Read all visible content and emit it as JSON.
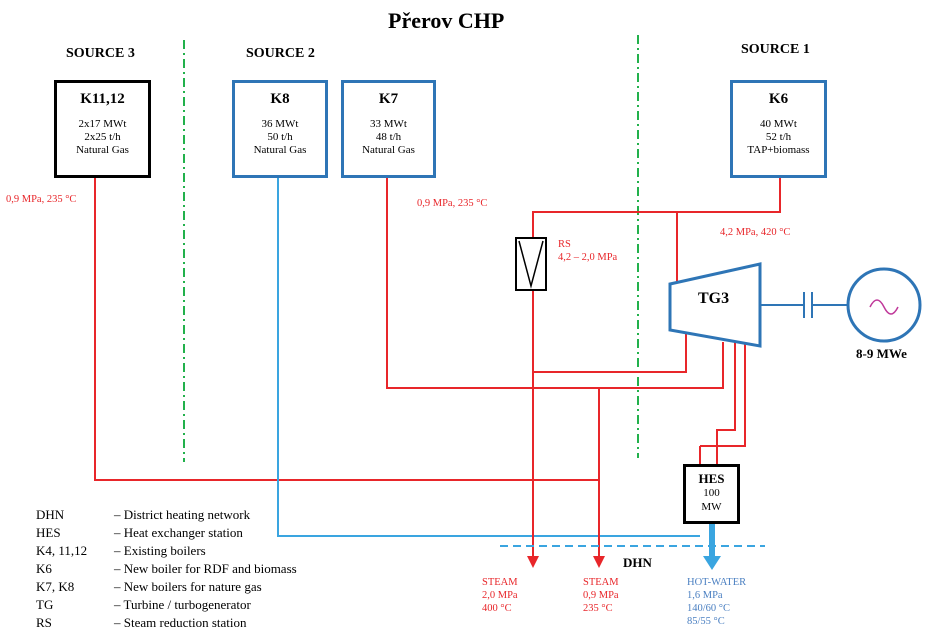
{
  "title": "Přerov CHP",
  "sources": {
    "s3": "SOURCE 3",
    "s2": "SOURCE 2",
    "s1": "SOURCE 1"
  },
  "boilers": {
    "k1112": {
      "name": "K11,12",
      "lines": [
        "2x17  MWt",
        "2x25  t/h",
        "Natural Gas"
      ]
    },
    "k8": {
      "name": "K8",
      "lines": [
        "36 MWt",
        "50  t/h",
        "Natural Gas"
      ]
    },
    "k7": {
      "name": "K7",
      "lines": [
        "33  MWt",
        "48 t/h",
        "Natural Gas"
      ]
    },
    "k6": {
      "name": "K6",
      "lines": [
        "40  MWt",
        "52 t/h",
        "TAP+biomass"
      ]
    }
  },
  "pressures": {
    "left": "0,9 MPa, 235 °C",
    "mid": "0,9 MPa, 235 °C",
    "k6": "4,2 MPa, 420 °C",
    "rs_label": "RS",
    "rs_range": "4,2 – 2,0 MPa"
  },
  "turbine": {
    "label": "TG3",
    "output": "8-9 MWe"
  },
  "hes": {
    "name": "HES",
    "power": "100",
    "unit": "MW"
  },
  "dhn_label": "DHN",
  "outputs": {
    "steam1": [
      "STEAM",
      "2,0 MPa",
      "400 °C"
    ],
    "steam2": [
      "STEAM",
      "0,9 MPa",
      "235 °C"
    ],
    "hotwater": [
      "HOT-WATER",
      "1,6 MPa",
      "140/60 °C",
      "85/55 °C"
    ]
  },
  "legend": [
    {
      "abbr": "DHN",
      "desc": "– District heating network"
    },
    {
      "abbr": "HES",
      "desc": "– Heat exchanger station"
    },
    {
      "abbr": "K4, 11,12",
      "desc": "– Existing boilers"
    },
    {
      "abbr": "K6",
      "desc": "– New boiler for RDF and biomass"
    },
    {
      "abbr": "K7, K8",
      "desc": "– New boilers for nature gas"
    },
    {
      "abbr": "TG",
      "desc": "– Turbine / turbogenerator"
    },
    {
      "abbr": "RS",
      "desc": "–  Steam reduction station"
    }
  ],
  "colors": {
    "steam": "#e8262a",
    "water": "#3aa5e0",
    "box_blue": "#2e75b6",
    "divider": "#22b14c",
    "generator": "#2e75b6"
  }
}
